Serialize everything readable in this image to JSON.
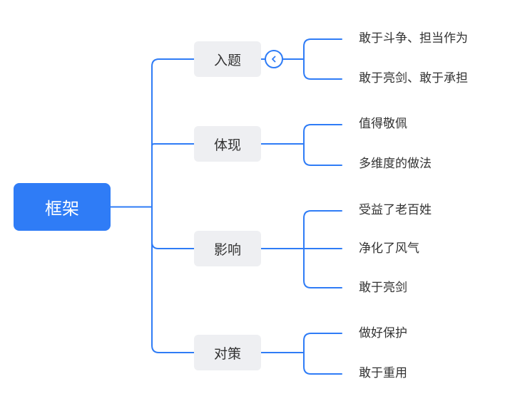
{
  "colors": {
    "accent": "#2f7cf6",
    "branch_bg": "#eeeff2",
    "text": "#333333"
  },
  "root": {
    "label": "框架"
  },
  "branches": [
    {
      "label": "入题",
      "collapse_icon": "chevron-left-icon",
      "children": [
        "敢于斗争、担当作为",
        "敢于亮剑、敢于承担"
      ]
    },
    {
      "label": "体现",
      "children": [
        "值得敬佩",
        "多维度的做法"
      ]
    },
    {
      "label": "影响",
      "children": [
        "受益了老百姓",
        "净化了风气",
        "敢于亮剑"
      ]
    },
    {
      "label": "对策",
      "children": [
        "做好保护",
        "敢于重用"
      ]
    }
  ]
}
